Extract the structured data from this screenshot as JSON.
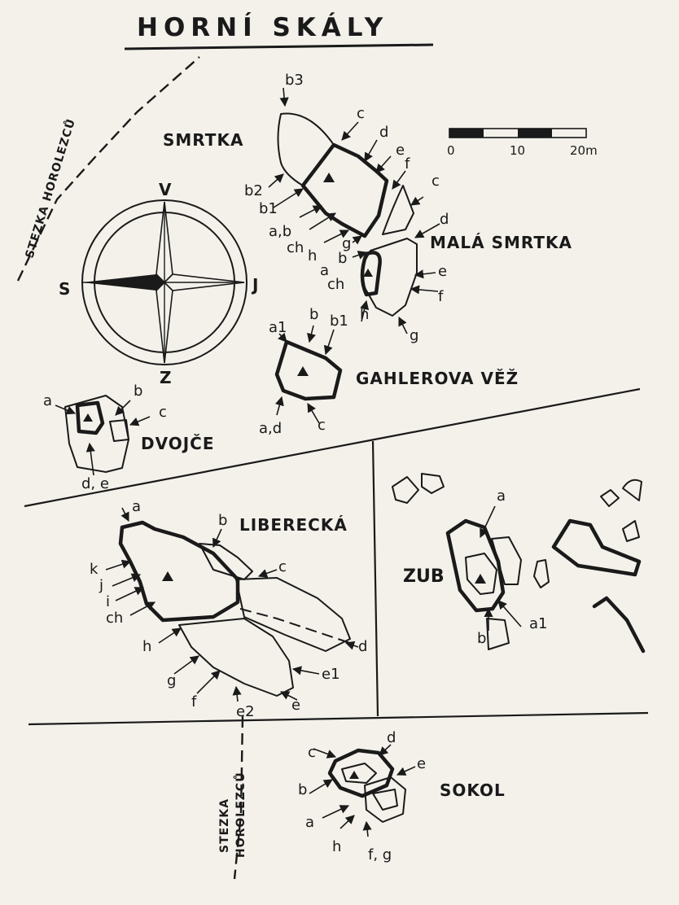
{
  "title": "HORNÍ SKÁLY",
  "scale": {
    "ticks": [
      "0",
      "10",
      "20m"
    ]
  },
  "compass": {
    "north": "V",
    "south": "Z",
    "west": "S",
    "east": "J"
  },
  "paths": {
    "upper": "STEZKA HOROLEZCŮ",
    "lower_1": "STEZKA",
    "lower_2": "HOROLEZCŮ"
  },
  "rocks": {
    "smrtka": {
      "name": "SMRTKA",
      "labels": [
        "b3",
        "c",
        "d",
        "e",
        "f",
        "b2",
        "b1",
        "a,b",
        "ch",
        "h",
        "g"
      ]
    },
    "mala_smrtka": {
      "name": "MALÁ SMRTKA",
      "labels": [
        "c",
        "d",
        "b",
        "a",
        "ch",
        "e",
        "f",
        "h",
        "g"
      ]
    },
    "gahlerova_vez": {
      "name": "GAHLEROVA VĚŽ",
      "labels": [
        "a1",
        "b",
        "b1",
        "a,d",
        "c"
      ]
    },
    "dvojce": {
      "name": "DVOJČE",
      "labels": [
        "a",
        "b",
        "c",
        "d, e"
      ]
    },
    "liberecka": {
      "name": "LIBERECKÁ",
      "labels": [
        "a",
        "b",
        "c",
        "k",
        "j",
        "i",
        "ch",
        "h",
        "g",
        "f",
        "e2",
        "e",
        "e1",
        "d"
      ]
    },
    "zub": {
      "name": "ZUB",
      "labels": [
        "a",
        "a1",
        "b"
      ]
    },
    "sokol": {
      "name": "SOKOL",
      "labels": [
        "c",
        "d",
        "e",
        "b",
        "a",
        "h",
        "f, g"
      ]
    }
  }
}
